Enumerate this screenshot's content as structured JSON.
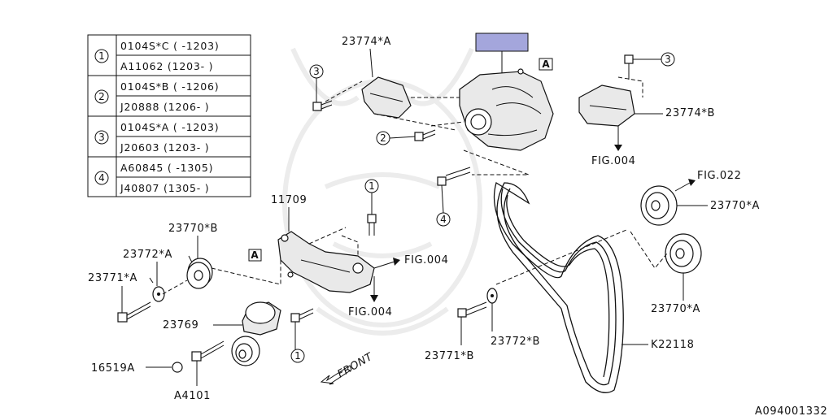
{
  "ref_table": [
    {
      "num": "1",
      "rows": [
        "0104S*C ( -1203)",
        "A11062  (1203- )"
      ]
    },
    {
      "num": "2",
      "rows": [
        "0104S*B ( -1206)",
        "J20888  (1206- )"
      ]
    },
    {
      "num": "3",
      "rows": [
        "0104S*A ( -1203)",
        "J20603  (1203- )"
      ]
    },
    {
      "num": "4",
      "rows": [
        "A60845  ( -1305)",
        "J40807  (1305- )"
      ]
    }
  ],
  "labels": {
    "bracket_upper_a": "23774*A",
    "bracket_upper_b": "23774*B",
    "fig004_top": "FIG.004",
    "fig022": "FIG.022",
    "idler_upper": "23770*A",
    "idler_lower": "23770*A",
    "tensioner_bracket": "11709",
    "pulley_b": "23770*B",
    "washer_a": "23772*A",
    "bolt_a": "23771*A",
    "fig004_mid": "FIG.004",
    "fig004_low": "FIG.004",
    "tensioner": "23769",
    "plug": "16519A",
    "bolt_tensioner": "A4101",
    "washer_b": "23772*B",
    "bolt_b": "23771*B",
    "belt": "K22118",
    "front": "FRONT",
    "diagram_id": "A094001332",
    "box_a": "A",
    "circle_1": "1",
    "circle_2": "2",
    "circle_3": "3",
    "circle_4": "4"
  },
  "colors": {
    "highlight": "#a4a6dc",
    "ink": "#111111"
  }
}
